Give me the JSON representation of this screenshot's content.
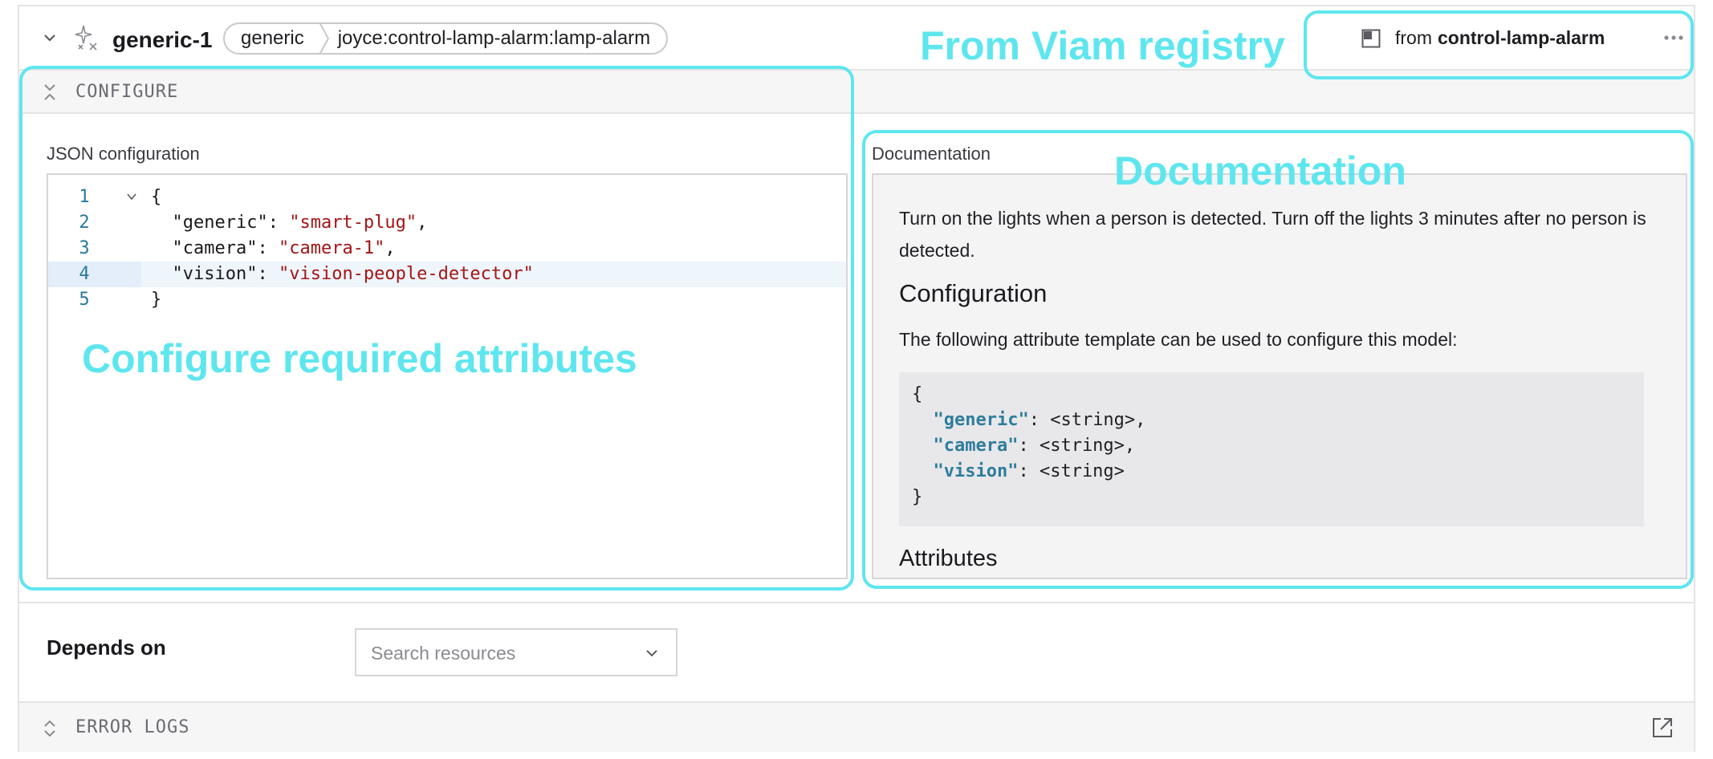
{
  "header": {
    "resource_name": "generic-1",
    "breadcrumb": [
      "generic",
      "joyce:control-lamp-alarm:lamp-alarm"
    ],
    "source_prefix": "from",
    "source_module": "control-lamp-alarm"
  },
  "configure": {
    "section_label": "CONFIGURE",
    "json_label": "JSON configuration",
    "editor_lines": [
      {
        "num": "1",
        "text": "{"
      },
      {
        "num": "2",
        "key": "\"generic\"",
        "sep": ": ",
        "value": "\"smart-plug\"",
        "tail": ","
      },
      {
        "num": "3",
        "key": "\"camera\"",
        "sep": ": ",
        "value": "\"camera-1\"",
        "tail": ","
      },
      {
        "num": "4",
        "key": "\"vision\"",
        "sep": ": ",
        "value": "\"vision-people-detector\"",
        "tail": ""
      },
      {
        "num": "5",
        "text": "}"
      }
    ],
    "active_line": 4
  },
  "documentation": {
    "label": "Documentation",
    "intro": "Turn on the lights when a person is detected. Turn off the lights 3 minutes after no person is detected.",
    "config_heading": "Configuration",
    "config_text": "The following attribute template can be used to configure this model:",
    "template_lines": [
      {
        "text": "{"
      },
      {
        "indent": "  ",
        "key": "\"generic\"",
        "rest": ": <string>,"
      },
      {
        "indent": "  ",
        "key": "\"camera\"",
        "rest": ": <string>,"
      },
      {
        "indent": "  ",
        "key": "\"vision\"",
        "rest": ": <string>"
      },
      {
        "text": "}"
      }
    ],
    "attributes_heading": "Attributes"
  },
  "depends_on": {
    "label": "Depends on",
    "search_placeholder": "Search resources"
  },
  "error_logs": {
    "section_label": "ERROR LOGS"
  },
  "annotations": {
    "registry": "From Viam registry",
    "configure": "Configure required attributes",
    "documentation": "Documentation"
  },
  "colors": {
    "annotation": "#5ee6ef",
    "string_value": "#a31515",
    "line_number": "#287a99",
    "doc_key": "#2f7d9c"
  },
  "icons": [
    "chevron-down-icon",
    "sparkle-icon",
    "module-icon",
    "more-icon",
    "collapse-icon",
    "fold-icon",
    "select-chevron-icon",
    "expand-icon",
    "external-link-icon"
  ]
}
